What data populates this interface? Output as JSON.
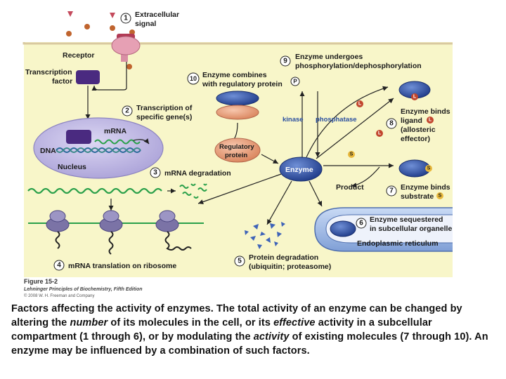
{
  "labels": {
    "signal": [
      "Extracellular",
      "signal"
    ],
    "receptor": "Receptor",
    "transcription_factor": [
      "Transcription",
      "factor"
    ],
    "step2": [
      "Transcription of",
      "specific gene(s)"
    ],
    "mrna": "mRNA",
    "dna": "DNA",
    "nucleus": "Nucleus",
    "step3": "mRNA degradation",
    "step4": "mRNA translation on ribosome",
    "step5": [
      "Protein degradation",
      "(ubiquitin; proteasome)"
    ],
    "step6": [
      "Enzyme sequestered",
      "in subcellular organelle"
    ],
    "er": "Endoplasmic reticulum",
    "step7": [
      "Enzyme binds",
      "substrate"
    ],
    "product": "Product",
    "enzyme": "Enzyme",
    "regulatory_protein": [
      "Regulatory",
      "protein"
    ],
    "step8": [
      "Enzyme binds",
      "ligand",
      "(allosteric",
      "effector)"
    ],
    "step9": [
      "Enzyme undergoes",
      "phosphorylation/dephosphorylation"
    ],
    "step10": [
      "Enzyme combines",
      "with regulatory protein"
    ],
    "kinase": "kinase",
    "phosphatase": "phosphatase",
    "L": "L",
    "S": "S",
    "P": "P"
  },
  "numbers": [
    "1",
    "2",
    "3",
    "4",
    "5",
    "6",
    "7",
    "8",
    "9",
    "10"
  ],
  "figure": {
    "title": "Figure 15-2",
    "source": "Lehninger Principles of Biochemistry, Fifth Edition",
    "copyright": "© 2008 W. H. Freeman and Company"
  },
  "caption": {
    "p1": "Factors affecting the activity of enzymes. The total activity of an enzyme can be changed by altering the ",
    "em1": "number",
    "p2": " of its molecules in the cell, or its ",
    "em2": "effective",
    "p3": " activity in a subcellular compartment (1 through 6), or by modulating the ",
    "em3": "activity",
    "p4": " of existing molecules (7 through 10). An enzyme may be influenced by a combination of such factors."
  },
  "colors": {
    "background": "#f8f6c9",
    "enzyme": "#2d4fa8",
    "regulatory": "#f0a783",
    "nucleus": "#c7c1e6",
    "er": "#9db8e3",
    "receptor": "#e6a0b4",
    "transcription_factor": "#4a2a80",
    "ribosome": "#7b73a6",
    "ligand": "#c2462e",
    "substrate": "#e8b83c"
  }
}
